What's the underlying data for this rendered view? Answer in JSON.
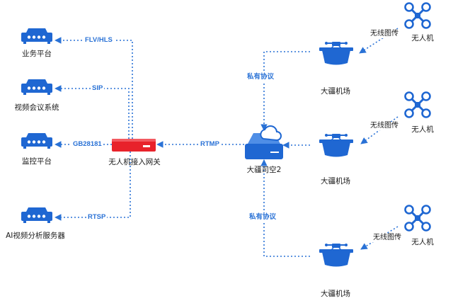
{
  "colors": {
    "accent": "#1f67d2",
    "gateway": "#e8222b",
    "line": "#2a72d6"
  },
  "platforms": {
    "business": "业务平台",
    "video_conf": "视频会议系统",
    "monitor": "监控平台",
    "ai_server": "AI视频分析服务器"
  },
  "gateway": {
    "label": "无人机接入网关"
  },
  "dji": {
    "label": "大疆司空2"
  },
  "docks": {
    "label1": "大疆机场",
    "label2": "大疆机场",
    "label3": "大疆机场"
  },
  "drones": {
    "label1": "无人机",
    "label2": "无人机",
    "label3": "无人机"
  },
  "edges": {
    "flv": "FLV/HLS",
    "sip": "SIP",
    "gb": "GB28181",
    "rtsp": "RTSP",
    "rtmp": "RTMP",
    "private1": "私有协议",
    "private2": "私有协议",
    "wireless1": "无线图传",
    "wireless2": "无线图传",
    "wireless3": "无线图传"
  }
}
